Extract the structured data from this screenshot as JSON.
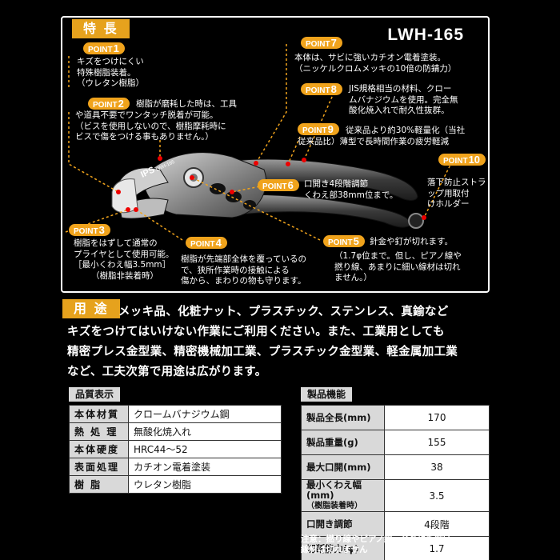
{
  "header": {
    "features_label": "特 長",
    "model": "LWH-165"
  },
  "badge_prefix": "POINT",
  "points": [
    {
      "num": "1",
      "lines": [
        "キズをつけにくい",
        "特殊樹脂装着。",
        "（ウレタン樹脂）"
      ]
    },
    {
      "num": "2",
      "lines": [
        "樹脂が磨耗した時は、工具",
        "や道具不要でワンタッチ脱着が可能。",
        "（ビスを使用しないので、樹脂摩耗時に",
        "ビスで傷をつける事もありません。）"
      ]
    },
    {
      "num": "3",
      "lines": [
        "樹脂をはずして通常の",
        "プライヤとして使用可能。",
        "［最小くわえ幅3.5mm］",
        "（樹脂非装着時）"
      ]
    },
    {
      "num": "4",
      "lines": [
        "樹脂が先端部全体を覆っているの",
        "で、狭所作業時の接触による",
        "傷から、まわりの物も守ります。"
      ]
    },
    {
      "num": "5",
      "lines": [
        "針金や釘が切れます。",
        "（1.7φ位まで。但し、ピアノ線や",
        "撚り線、あまりに細い線材は切れ",
        "ません。）"
      ]
    },
    {
      "num": "6",
      "lines": [
        "口開き4段階調節",
        "くわえ部38mm位まで。"
      ]
    },
    {
      "num": "7",
      "lines": [
        "本体は、サビに強いカチオン電着塗装。",
        "（ニッケルクロムメッキの10倍の防錆力）"
      ]
    },
    {
      "num": "8",
      "lines": [
        "JIS規格相当の材料、クロー",
        "ムバナジウムを使用。完全無",
        "酸化焼入れで耐久性抜群。"
      ]
    },
    {
      "num": "9",
      "lines": [
        "従来品より約30%軽量化（当社",
        "従来品比）薄型で長時間作業の疲労軽減"
      ]
    },
    {
      "num": "10",
      "lines": [
        "落下防止ストラ",
        "ップ用取付",
        "けホルダー"
      ]
    }
  ],
  "tool_brand": "IPS",
  "tool_model_mark": "LWH-165",
  "usage": {
    "label": "用 途",
    "lines": [
      "メッキ品、化粧ナット、プラスチック、ステンレス、真鍮など",
      "キズをつけてはいけない作業にご利用ください。また、工業用としても",
      "精密プレス金型業、精密機械加工業、プラスチック金型業、軽金属加工業",
      "など、工夫次第で用途は広がります。"
    ]
  },
  "quality": {
    "title": "品質表示",
    "rows": [
      {
        "label": "本体材質",
        "value": "クロームバナジウム鋼"
      },
      {
        "label": "熱 処 理",
        "value": "無酸化焼入れ"
      },
      {
        "label": "本体硬度",
        "value": "HRC44～52"
      },
      {
        "label": "表面処理",
        "value": "カチオン電着塗装"
      },
      {
        "label": "樹 脂",
        "value": "ウレタン樹脂"
      }
    ]
  },
  "specs": {
    "title": "製品機能",
    "rows": [
      {
        "label": "製品全長(mm)",
        "value": "170"
      },
      {
        "label": "製品重量(g)",
        "value": "155"
      },
      {
        "label": "最大口開(mm)",
        "value": "38"
      },
      {
        "label": "最小くわえ幅(mm)",
        "sub": "（樹脂装着時）",
        "value": "3.5"
      },
      {
        "label": "口開き調節",
        "value": "4段階"
      },
      {
        "label": "切断能力(φ)",
        "value": "1.7"
      }
    ],
    "note_lines": [
      "注意：撚り線やピアノ線、余りにも細い",
      "線材は切れません"
    ]
  },
  "colors": {
    "accent": "#e6a21d",
    "badge": "#f0a31c",
    "table_header": "#d9d9d9"
  }
}
